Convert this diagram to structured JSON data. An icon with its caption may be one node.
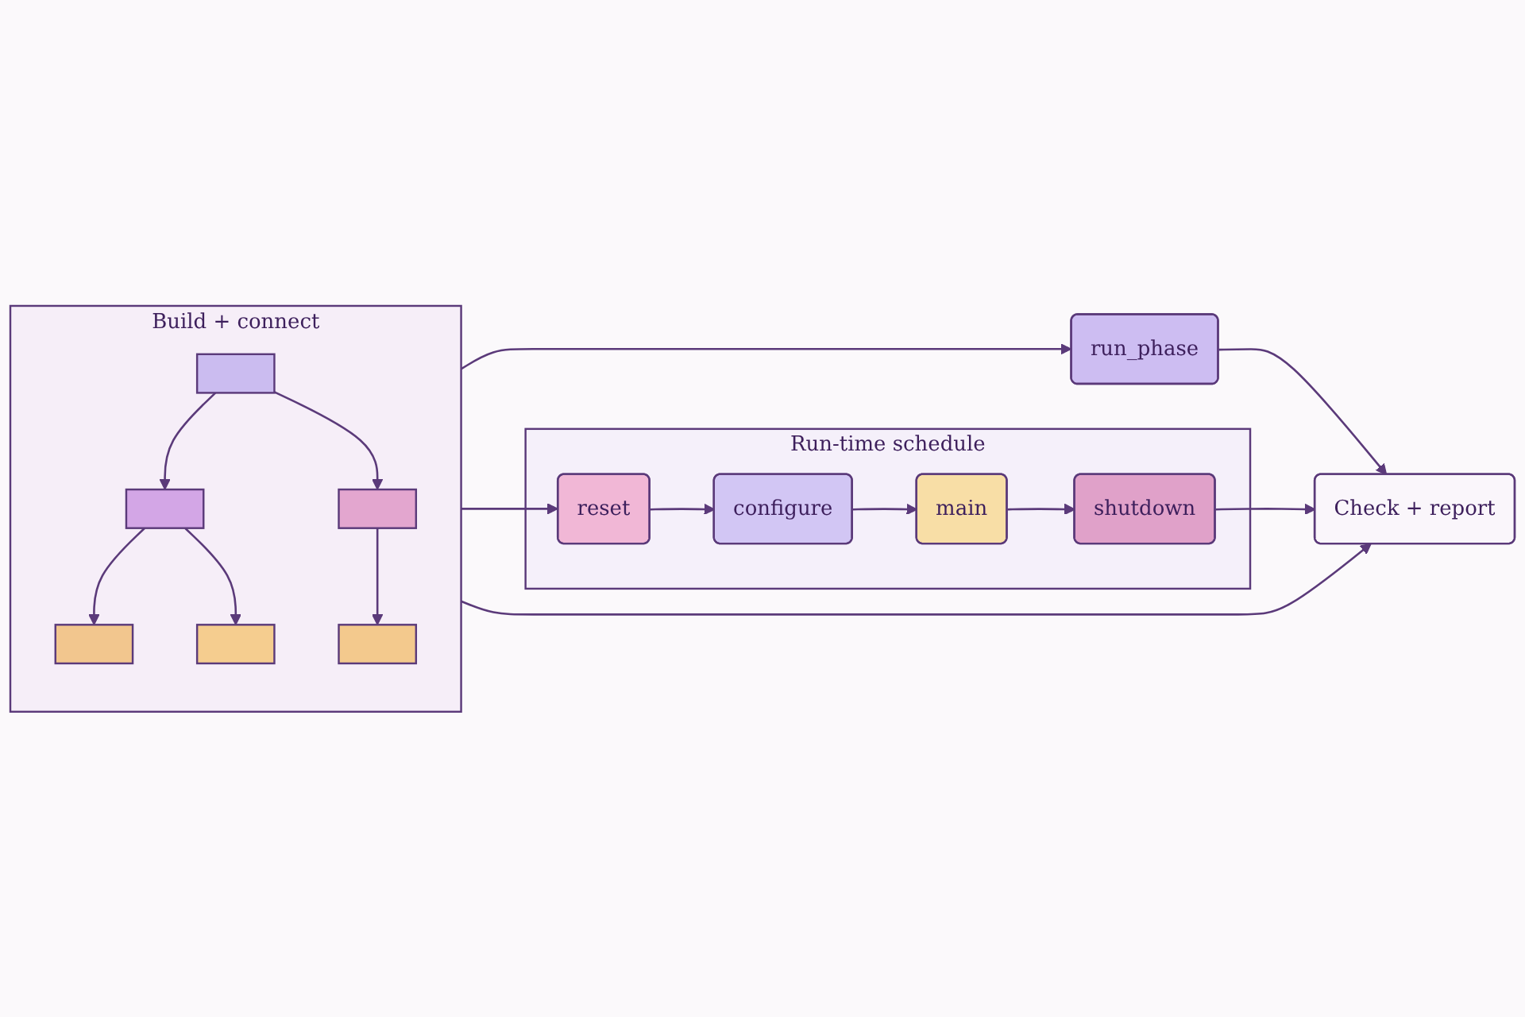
{
  "diagram": {
    "nodes": [
      {
        "text": [
          "Build + connect"
        ]
      },
      {
        "text": [],
        "shape": "box",
        "in": 0
      },
      {
        "text": [],
        "shape": "box",
        "in": 0
      },
      {
        "text": [],
        "shape": "box",
        "in": 0
      },
      {
        "text": [],
        "shape": "box",
        "in": 0
      },
      {
        "text": [],
        "shape": "box",
        "in": 0
      },
      {
        "text": [],
        "shape": "box",
        "in": 0
      },
      {
        "text": [
          "run_phase"
        ]
      },
      {
        "text": [
          "Run-time schedule"
        ]
      },
      {
        "text": [
          "reset"
        ],
        "in": 8
      },
      {
        "text": [
          "configure"
        ],
        "in": 8
      },
      {
        "text": [
          "main"
        ],
        "in": 8
      },
      {
        "text": [
          "shutdown"
        ],
        "in": 8
      },
      {
        "text": [
          "Check + report"
        ]
      }
    ],
    "edges": [
      {
        "from": 1,
        "to": 2,
        "arrow": "to"
      },
      {
        "from": 1,
        "to": 3,
        "arrow": "to"
      },
      {
        "from": 2,
        "to": 4,
        "arrow": "to"
      },
      {
        "from": 2,
        "to": 5,
        "arrow": "to"
      },
      {
        "from": 3,
        "to": 6,
        "arrow": "to"
      },
      {
        "from": 0,
        "to": 7,
        "arrow": "to"
      },
      {
        "from": 7,
        "to": 13,
        "arrow": "to"
      },
      {
        "from": 0,
        "to": 9,
        "arrow": "to"
      },
      {
        "from": 9,
        "to": 10,
        "arrow": "to"
      },
      {
        "from": 10,
        "to": 11,
        "arrow": "to"
      },
      {
        "from": 11,
        "to": 12,
        "arrow": "to"
      },
      {
        "from": 12,
        "to": 13,
        "arrow": "to"
      },
      {
        "from": 0,
        "to": 13,
        "arrow": "to"
      }
    ]
  }
}
